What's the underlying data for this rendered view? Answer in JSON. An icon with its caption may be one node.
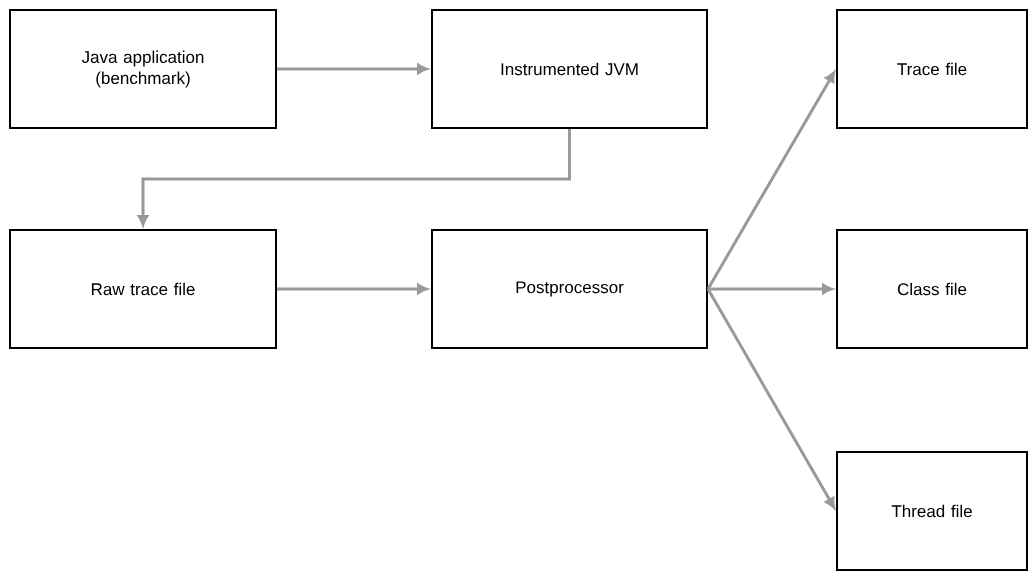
{
  "diagram": {
    "nodes": [
      {
        "text": [
          "Java application (benchmark)"
        ]
      },
      {
        "text": [
          "Instrumented JVM"
        ]
      },
      {
        "text": [
          "Trace file"
        ]
      },
      {
        "text": [
          "Raw trace file"
        ]
      },
      {
        "text": [
          "Postprocessor"
        ]
      },
      {
        "text": [
          "Class file"
        ]
      },
      {
        "text": [
          "Thread file"
        ]
      }
    ],
    "edges": [
      {
        "from": 0,
        "to": 1,
        "arrow": "to"
      },
      {
        "from": 1,
        "to": 3,
        "arrow": "to"
      },
      {
        "from": 3,
        "to": 4,
        "arrow": "to"
      },
      {
        "from": 4,
        "to": 2,
        "arrow": "to"
      },
      {
        "from": 4,
        "to": 5,
        "arrow": "to"
      },
      {
        "from": 4,
        "to": 6,
        "arrow": "to"
      }
    ]
  }
}
